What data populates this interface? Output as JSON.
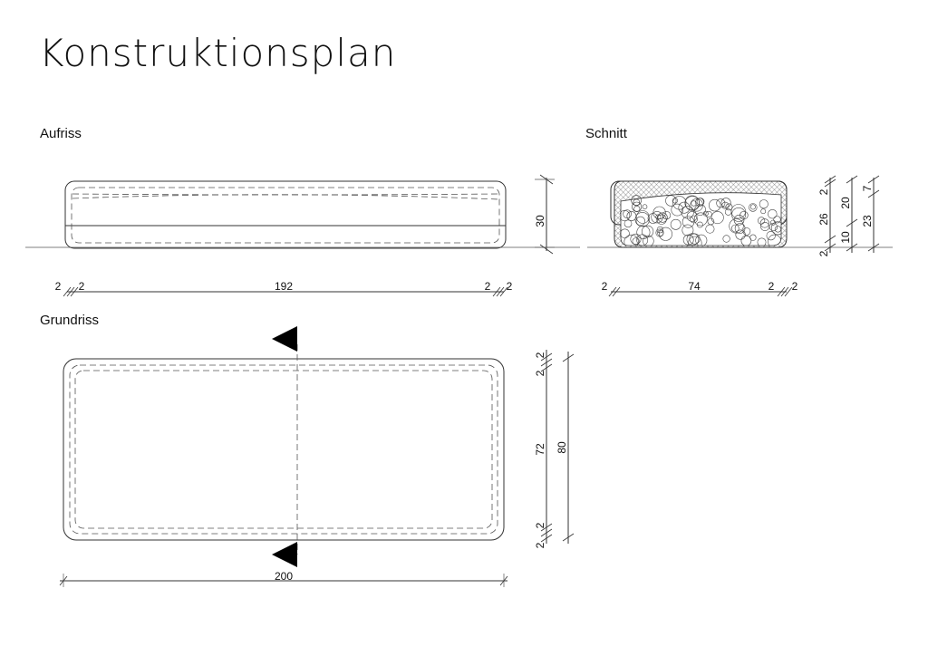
{
  "title": "Konstruktionsplan",
  "views": {
    "elevation": "Aufriss",
    "section": "Schnitt",
    "plan": "Grundriss"
  },
  "dimensions": {
    "elevation": {
      "left_a": "2",
      "left_b": "2",
      "length": "192",
      "right_a": "2",
      "right_b": "2",
      "height": "30"
    },
    "section": {
      "left": "2",
      "width": "74",
      "right_a": "2",
      "right_b": "2",
      "v_top": "2",
      "v_26": "26",
      "v_bottom": "2",
      "v_20": "20",
      "v_10": "10",
      "v_7": "7",
      "v_23": "23"
    },
    "plan": {
      "top_a": "2",
      "top_b": "2",
      "depth_inner": "72",
      "depth_total": "80",
      "bottom_a": "2",
      "bottom_b": "2",
      "length": "200"
    }
  }
}
